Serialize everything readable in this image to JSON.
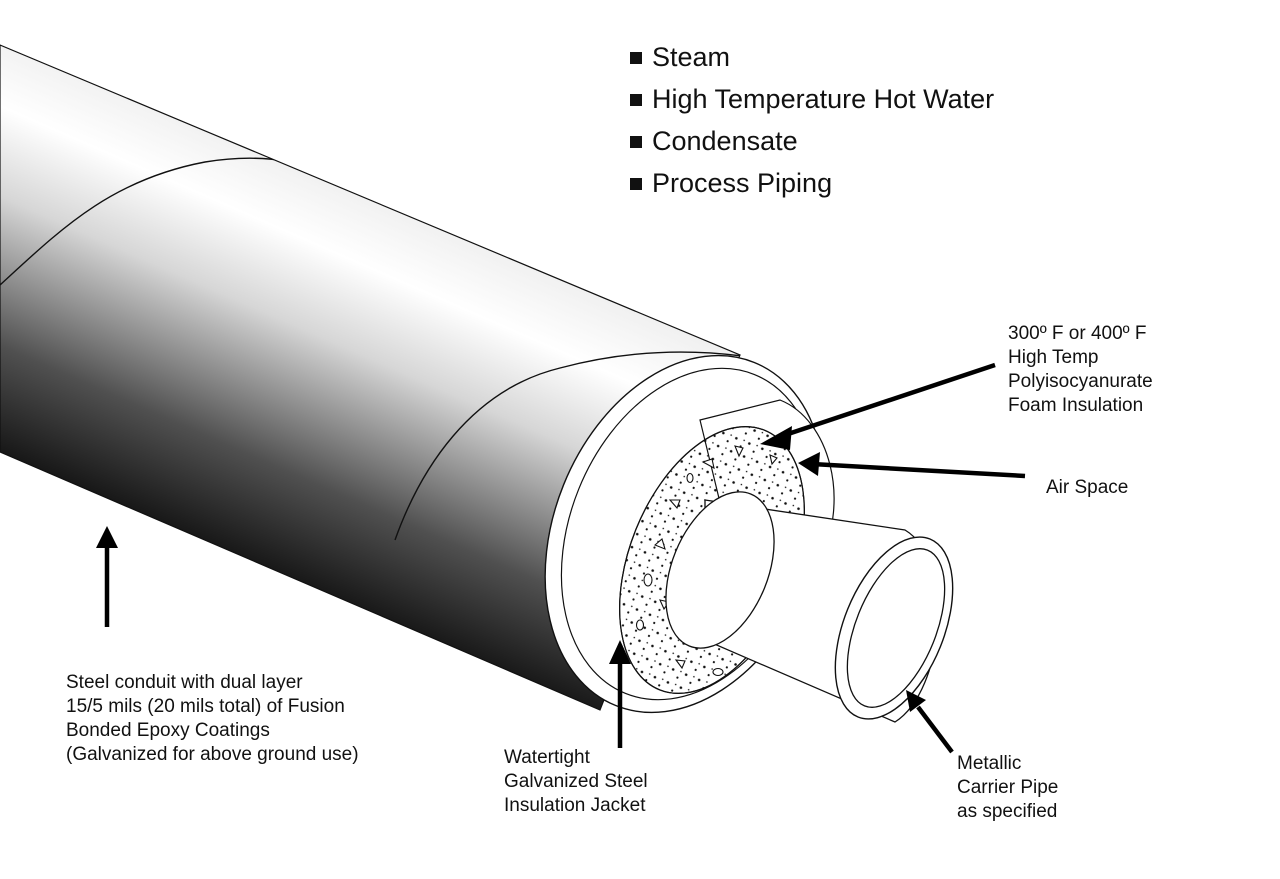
{
  "bullets": [
    "Steam",
    "High Temperature Hot Water",
    "Condensate",
    "Process Piping"
  ],
  "callouts": {
    "foam": [
      "300º F or 400º F",
      "High Temp",
      "Polyisocyanurate",
      "Foam Insulation"
    ],
    "air_space": [
      "Air Space"
    ],
    "conduit": [
      "Steel conduit with dual layer",
      "15/5 mils (20 mils total) of Fusion",
      "Bonded Epoxy Coatings",
      "(Galvanized for above ground use)"
    ],
    "jacket": [
      "Watertight",
      "Galvanized Steel",
      "Insulation Jacket"
    ],
    "carrier": [
      "Metallic",
      "Carrier Pipe",
      "as specified"
    ]
  }
}
